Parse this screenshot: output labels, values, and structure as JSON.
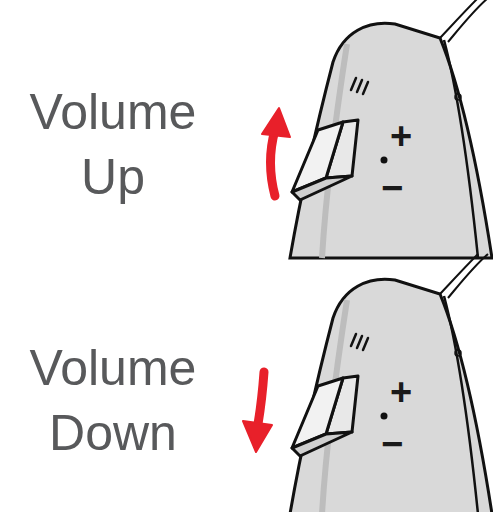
{
  "diagram": {
    "labels": [
      "Volume Up",
      "+",
      "−",
      "Volume Down",
      "+",
      "−"
    ]
  }
}
